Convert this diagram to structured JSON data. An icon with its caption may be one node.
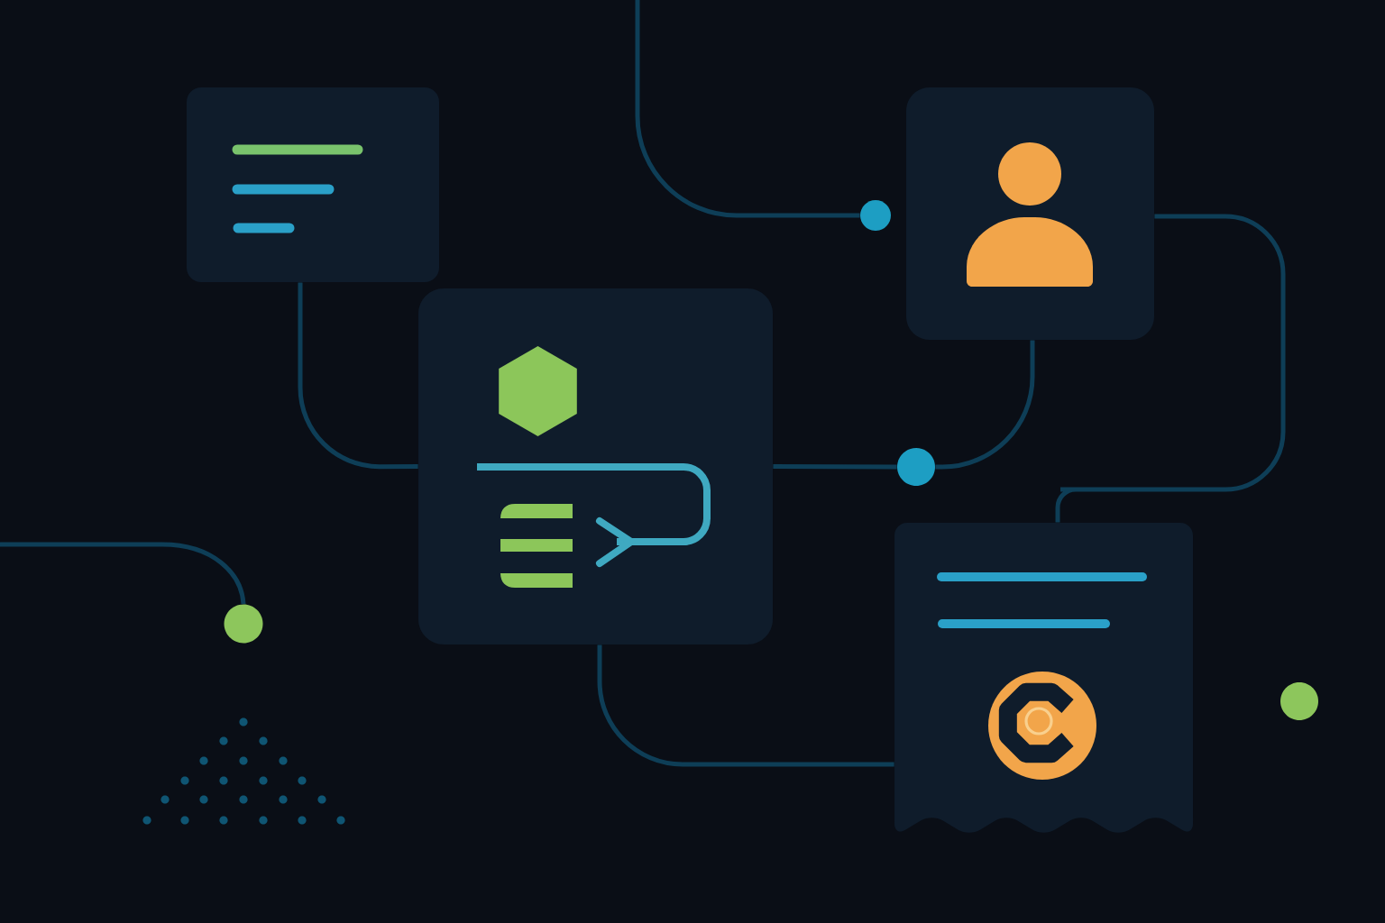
{
  "diagram": {
    "nodes": [
      {
        "text": [],
        "shape": "box"
      },
      {
        "text": [],
        "shape": "box"
      },
      {
        "text": [],
        "shape": "circle"
      },
      {
        "text": [],
        "shape": "box"
      },
      {
        "text": [],
        "shape": "circle"
      },
      {
        "text": [],
        "shape": "receipt"
      },
      {
        "text": [],
        "shape": "circle"
      },
      {
        "text": [],
        "shape": "circle"
      }
    ],
    "edges": [
      {
        "from": null,
        "to": 2,
        "arrow": "none"
      },
      {
        "from": 0,
        "to": 3,
        "arrow": "none"
      },
      {
        "from": 3,
        "to": 4,
        "arrow": "none"
      },
      {
        "from": 4,
        "to": 1,
        "arrow": "none"
      },
      {
        "from": 1,
        "to": 5,
        "arrow": "none"
      },
      {
        "from": 3,
        "to": 5,
        "arrow": "none"
      },
      {
        "from": null,
        "to": 6,
        "arrow": "none"
      }
    ]
  }
}
